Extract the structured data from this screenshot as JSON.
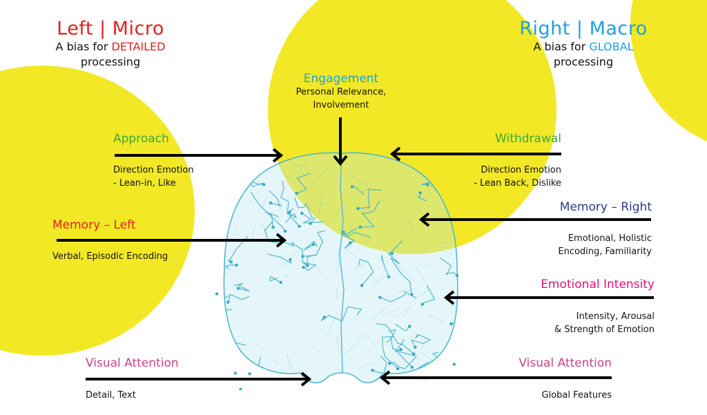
{
  "colors": {
    "yellow": "#f2e826",
    "red": "#e0201f",
    "blue": "#1f9fe0",
    "green": "#3aa83a",
    "navy": "#283a8c",
    "magenta": "#e0127a",
    "pink": "#c8428e",
    "brain": "#4fb8cf",
    "arrow": "#000000"
  },
  "left_header": {
    "title": "Left | Micro",
    "sub_prefix": "A bias for ",
    "sub_highlight": "DETAILED",
    "sub_line2": "processing"
  },
  "right_header": {
    "title": "Right | Macro",
    "sub_prefix": "A bias for ",
    "sub_highlight": "GLOBAL",
    "sub_line2": "processing"
  },
  "engagement": {
    "title": "Engagement",
    "line1": "Personal Relevance,",
    "line2": "Involvement"
  },
  "approach": {
    "title": "Approach",
    "line1": "Direction Emotion",
    "line2": "- Lean-in, Like"
  },
  "withdrawal": {
    "title": "Withdrawal",
    "line1": "Direction Emotion",
    "line2": "- Lean Back, Dislike"
  },
  "memory_left": {
    "title": "Memory – Left",
    "line1": "Verbal, Episodic Encoding"
  },
  "memory_right": {
    "title": "Memory – Right",
    "line1": "Emotional, Holistic",
    "line2": "Encoding, Familiarity"
  },
  "emotional_intensity": {
    "title": "Emotional Intensity",
    "line1": "Intensity, Arousal",
    "line2": "& Strength of Emotion"
  },
  "visual_attention_left": {
    "title": "Visual Attention",
    "line1": "Detail, Text"
  },
  "visual_attention_right": {
    "title": "Visual Attention",
    "line1": "Global Features"
  }
}
